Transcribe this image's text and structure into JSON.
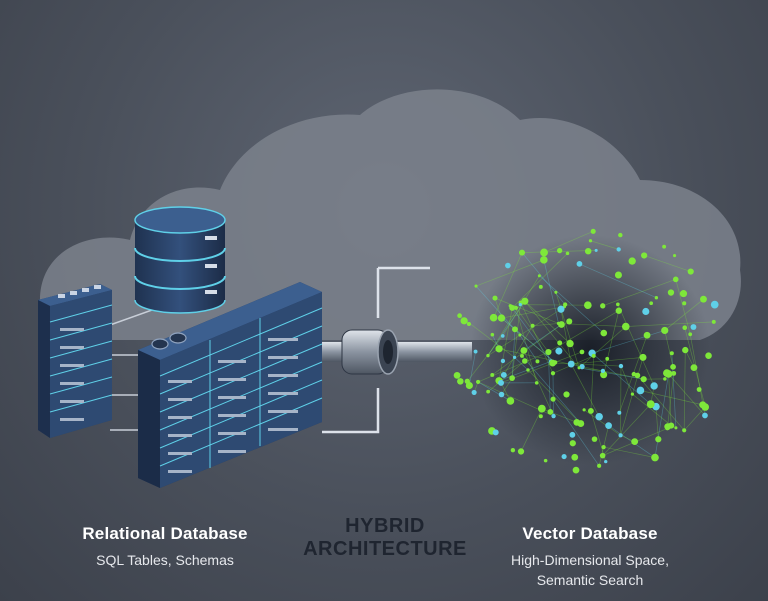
{
  "relational": {
    "title": "Relational Database",
    "subtitle": "SQL Tables, Schemas"
  },
  "hybrid": {
    "line1": "HYBRID",
    "line2": "ARCHITECTURE"
  },
  "vector": {
    "title": "Vector Database",
    "subtitle_line1": "High-Dimensional Space,",
    "subtitle_line2": "Semantic Search"
  },
  "colors": {
    "background": "#4a505b",
    "cloud": "#7b818c",
    "table_face": "#2e4a72",
    "table_accent": "#5fd0e8",
    "node_green": "#7ee83a",
    "node_cyan": "#5fd0e8",
    "connector": "#b9c0cc"
  },
  "icons": [
    "cloud-icon",
    "database-cylinder-icon",
    "data-table-icon",
    "pipe-connector-icon",
    "vector-network-icon"
  ]
}
